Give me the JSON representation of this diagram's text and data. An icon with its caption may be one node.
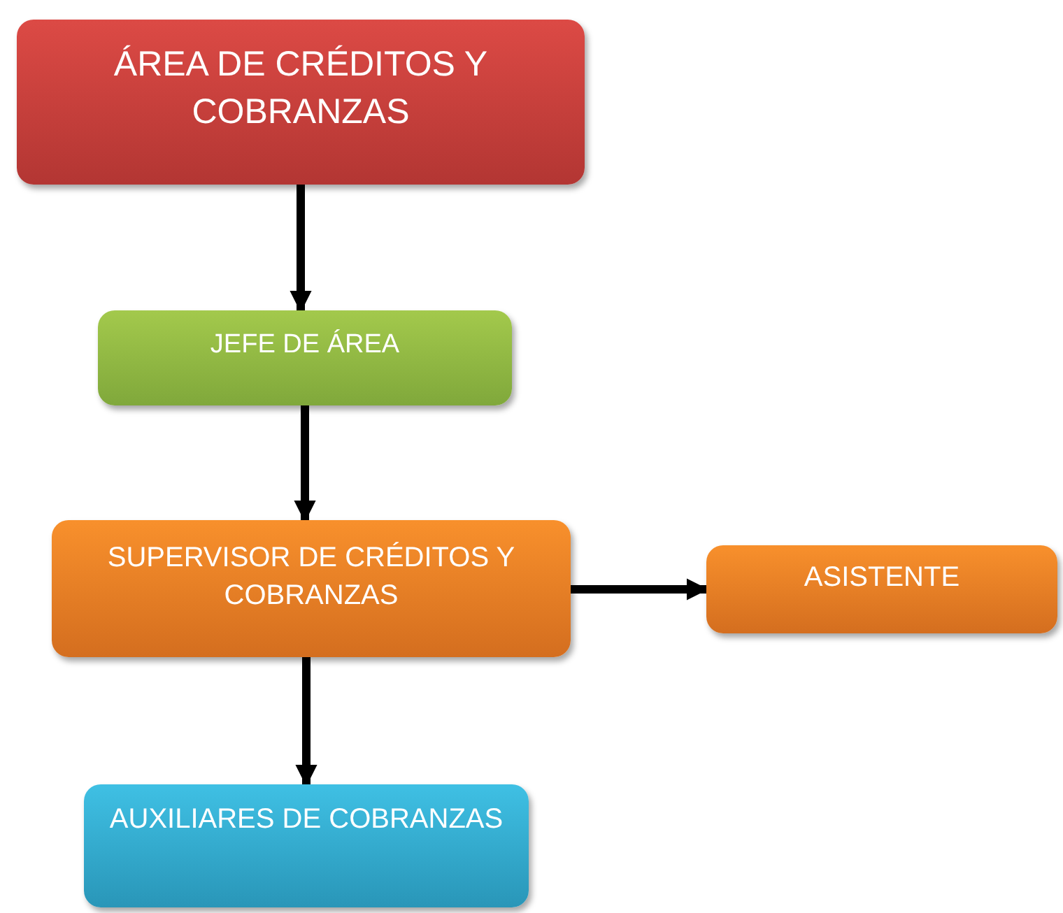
{
  "diagram": {
    "nodes": [
      {
        "text": [
          "ÁREA DE CRÉDITOS Y COBRANZAS"
        ]
      },
      {
        "text": [
          "JEFE DE ÁREA"
        ]
      },
      {
        "text": [
          "SUPERVISOR DE CRÉDITOS Y COBRANZAS"
        ]
      },
      {
        "text": [
          "ASISTENTE"
        ]
      },
      {
        "text": [
          "AUXILIARES DE COBRANZAS"
        ]
      }
    ],
    "edges": [
      {
        "from": 0,
        "to": 1,
        "arrow": "to"
      },
      {
        "from": 1,
        "to": 2,
        "arrow": "to"
      },
      {
        "from": 2,
        "to": 3,
        "arrow": "to"
      },
      {
        "from": 2,
        "to": 4,
        "arrow": "to"
      }
    ]
  }
}
